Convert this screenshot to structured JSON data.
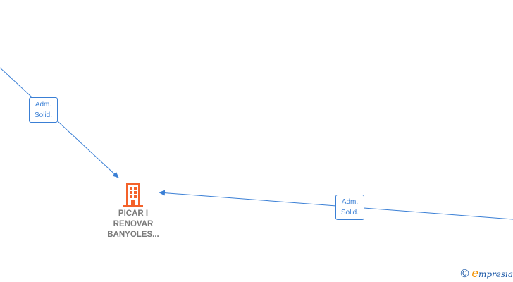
{
  "diagram": {
    "node": {
      "label_lines": [
        "PICAR I",
        "RENOVAR",
        "BANYOLES..."
      ],
      "icon": "building-icon",
      "icon_color": "#f4622a",
      "label_color": "#7a7a7a"
    },
    "edges": [
      {
        "label_lines": [
          "Adm.",
          "Solid."
        ]
      },
      {
        "label_lines": [
          "Adm.",
          "Solid."
        ]
      }
    ],
    "edge_color": "#3a7fd5"
  },
  "footer": {
    "copyright_symbol": "©",
    "brand_initial": "e",
    "brand_rest": "mpresia"
  }
}
